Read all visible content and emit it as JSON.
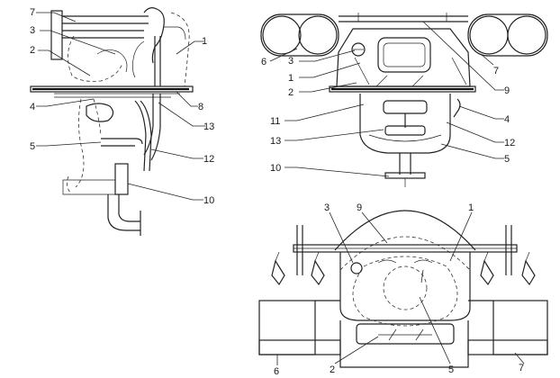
{
  "views": {
    "side": {
      "labels": [
        {
          "id": "s7",
          "text": "7"
        },
        {
          "id": "s3",
          "text": "3"
        },
        {
          "id": "s2",
          "text": "2"
        },
        {
          "id": "s1",
          "text": "1"
        },
        {
          "id": "s4",
          "text": "4"
        },
        {
          "id": "s8",
          "text": "8"
        },
        {
          "id": "s13",
          "text": "13"
        },
        {
          "id": "s5",
          "text": "5"
        },
        {
          "id": "s12",
          "text": "12"
        },
        {
          "id": "s10",
          "text": "10"
        }
      ]
    },
    "front": {
      "labels": [
        {
          "id": "f6",
          "text": "6"
        },
        {
          "id": "f3",
          "text": "3"
        },
        {
          "id": "f1",
          "text": "1"
        },
        {
          "id": "f2",
          "text": "2"
        },
        {
          "id": "f7",
          "text": "7"
        },
        {
          "id": "f9",
          "text": "9"
        },
        {
          "id": "f4",
          "text": "4"
        },
        {
          "id": "f11",
          "text": "11"
        },
        {
          "id": "f13",
          "text": "13"
        },
        {
          "id": "f12",
          "text": "12"
        },
        {
          "id": "f5",
          "text": "5"
        },
        {
          "id": "f10",
          "text": "10"
        }
      ]
    },
    "top": {
      "labels": [
        {
          "id": "t3",
          "text": "3"
        },
        {
          "id": "t9",
          "text": "9"
        },
        {
          "id": "t1",
          "text": "1"
        },
        {
          "id": "t7",
          "text": "7"
        },
        {
          "id": "t6",
          "text": "6"
        },
        {
          "id": "t2",
          "text": "2"
        },
        {
          "id": "t5",
          "text": "5"
        }
      ]
    }
  }
}
